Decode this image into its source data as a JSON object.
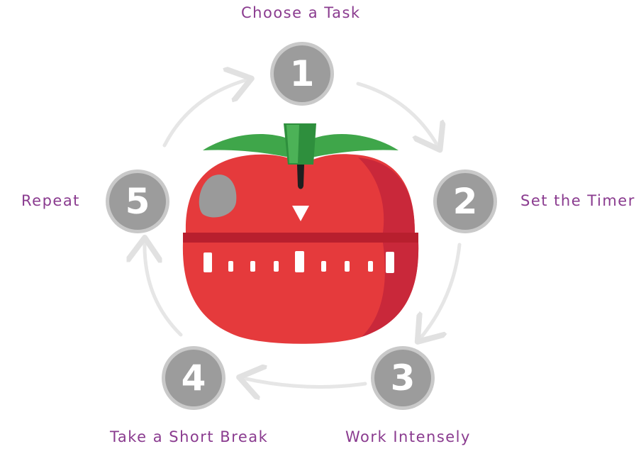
{
  "steps": [
    {
      "number": "1",
      "label": "Choose a Task"
    },
    {
      "number": "2",
      "label": "Set the Timer"
    },
    {
      "number": "3",
      "label": "Work Intensely"
    },
    {
      "number": "4",
      "label": "Take a Short Break"
    },
    {
      "number": "5",
      "label": "Repeat"
    }
  ],
  "colors": {
    "label": "#8a3b8f",
    "badge": "#9c9c9c",
    "badge_ring": "#c9c9c9",
    "arrow": "#e4e4e4",
    "tomato": "#e53a3c",
    "tomato_shade": "#c9283a",
    "leaf": "#3fa64a",
    "stem": "#2e8f3d"
  }
}
